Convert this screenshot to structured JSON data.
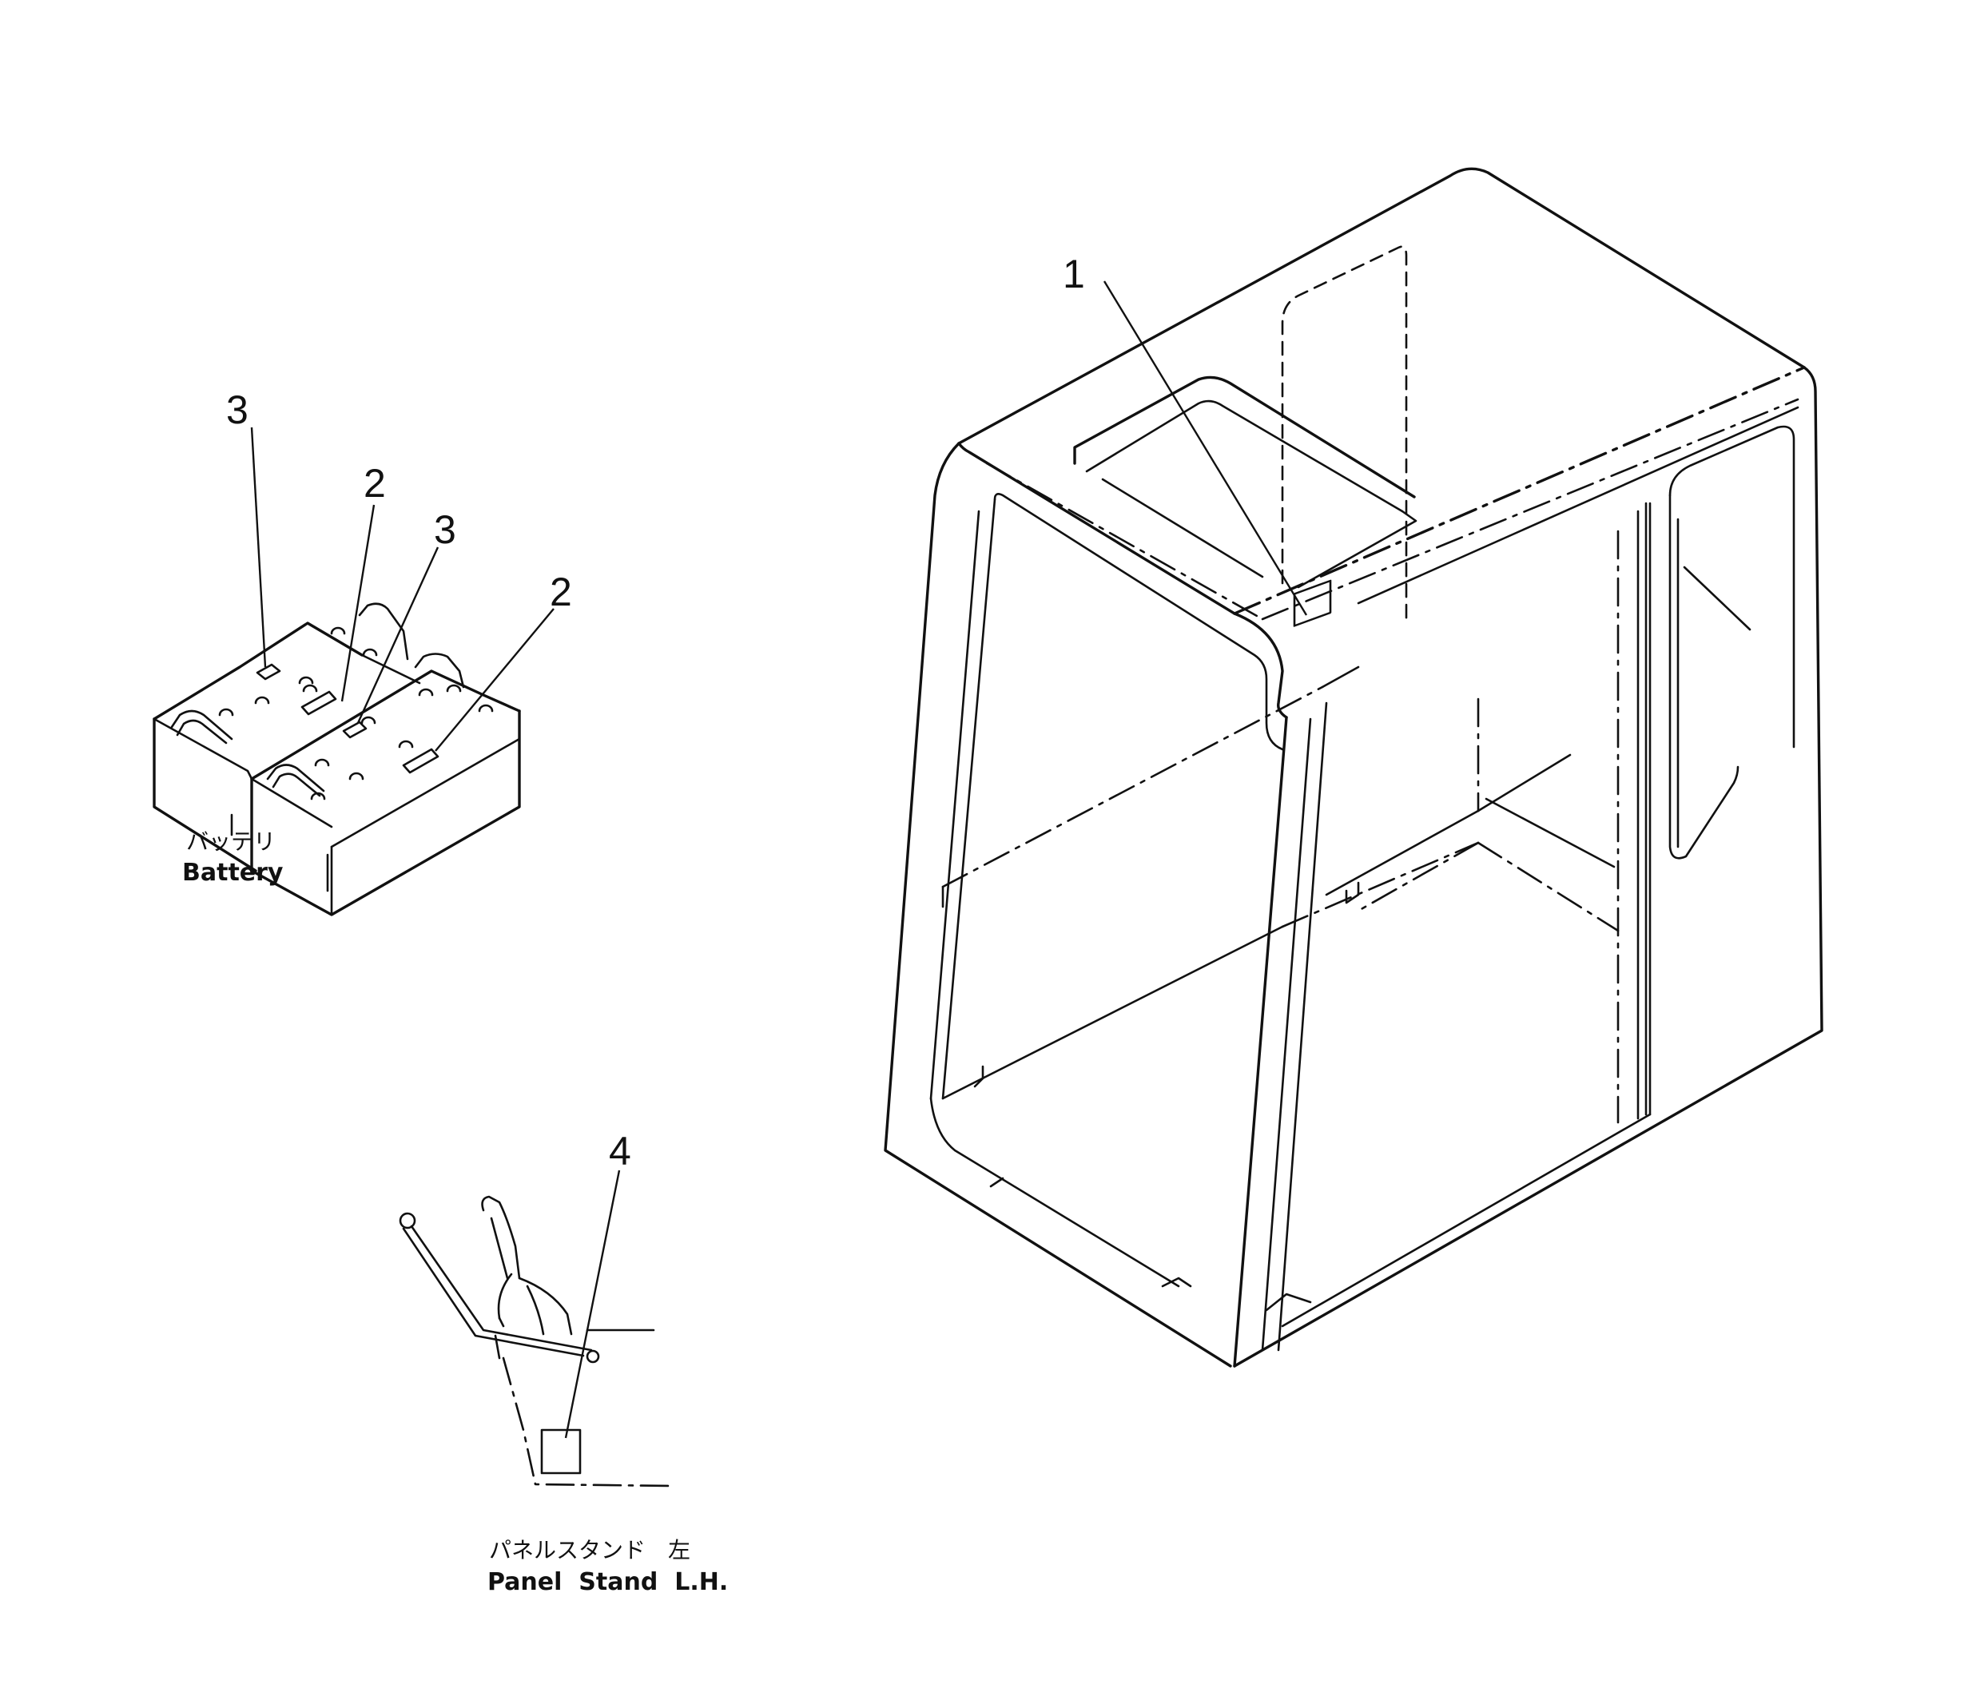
{
  "callouts": {
    "c1": "1",
    "c2a": "2",
    "c2b": "2",
    "c3a": "3",
    "c3b": "3",
    "c4": "4"
  },
  "labels": {
    "battery_jp": "バッテリ",
    "battery_en": "Battery",
    "panel_jp": "パネルスタンド　左",
    "panel_en": "Panel  Stand  L.H."
  },
  "colors": {
    "ink": "#111111",
    "paper": "#ffffff"
  }
}
